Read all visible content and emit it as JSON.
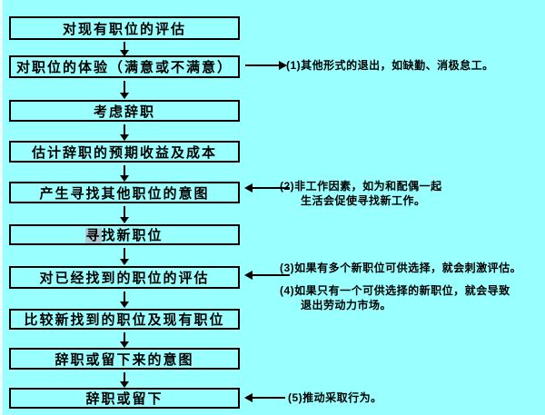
{
  "flowchart": {
    "colors": {
      "background": "#99ffff",
      "box_border": "#000000",
      "text": "#000000",
      "highlight": "#a9c9d4"
    },
    "boxes": [
      {
        "label": "对现有职位的评估"
      },
      {
        "label": "对职位的体验（满意或不满意）"
      },
      {
        "label": "考虑辞职"
      },
      {
        "label": "估计辞职的预期收益及成本"
      },
      {
        "label": "产生寻找其他职位的意图"
      },
      {
        "label_highlighted_part": "寻",
        "label_rest": "找新职位"
      },
      {
        "label": "对已经找到的职位的评估"
      },
      {
        "label": "比较新找到的职位及现有职位"
      },
      {
        "label": "辞职或留下来的意图"
      },
      {
        "label": "辞职或留下"
      }
    ],
    "annotations": [
      {
        "line1": "(1)其他形式的退出，如缺勤、消极怠工。",
        "line2": ""
      },
      {
        "line1": "(2)非工作因素，如为和配偶一起",
        "line2": "生活会促使寻找新工作。"
      },
      {
        "line1": "(3)如果有多个新职位可供选择，就会刺激评估。",
        "line2": ""
      },
      {
        "line1": "(4)如果只有一个可供选择的新职位，就会导致",
        "line2": "退出劳动力市场。"
      },
      {
        "line1": "(5)推动采取行为。",
        "line2": ""
      }
    ]
  }
}
